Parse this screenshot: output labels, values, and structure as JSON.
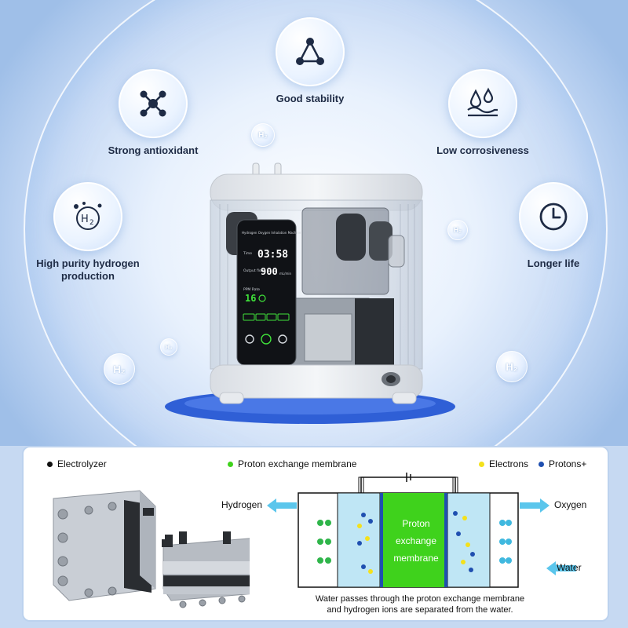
{
  "features": {
    "stability": "Good stability",
    "antioxidant": "Strong antioxidant",
    "corrosive": "Low corrosiveness",
    "purity_line1": "High purity hydrogen",
    "purity_line2": "production",
    "life": "Longer life"
  },
  "h2_symbol": "H₂",
  "device": {
    "screen_title": "Hydrogen Oxygen Inhalation Machine",
    "time_label": "Time",
    "time_value": "03:58",
    "output_label": "Output flow",
    "output_value": "900",
    "output_unit": "mL/min",
    "level_label": "PPM Rate",
    "level_value": "16"
  },
  "diagram": {
    "legend": {
      "electrolyzer": "Electrolyzer",
      "membrane": "Proton exchange membrane",
      "electrons": "Electrons",
      "protons": "Protons+"
    },
    "hydrogen": "Hydrogen",
    "oxygen": "Oxygen",
    "water": "Water",
    "membrane_line1": "Proton",
    "membrane_line2": "exchange",
    "membrane_line3": "membrane",
    "caption_line1": "Water passes through the proton exchange membrane",
    "caption_line2": "and hydrogen ions are separated from the water."
  },
  "colors": {
    "electrolyzer_dot": "#111111",
    "membrane_green": "#3fd21c",
    "electron_yellow": "#f4e11c",
    "proton_blue": "#1f4fb0",
    "water_blue": "#bfe6f5",
    "arrow_blue": "#5bc6ec"
  }
}
